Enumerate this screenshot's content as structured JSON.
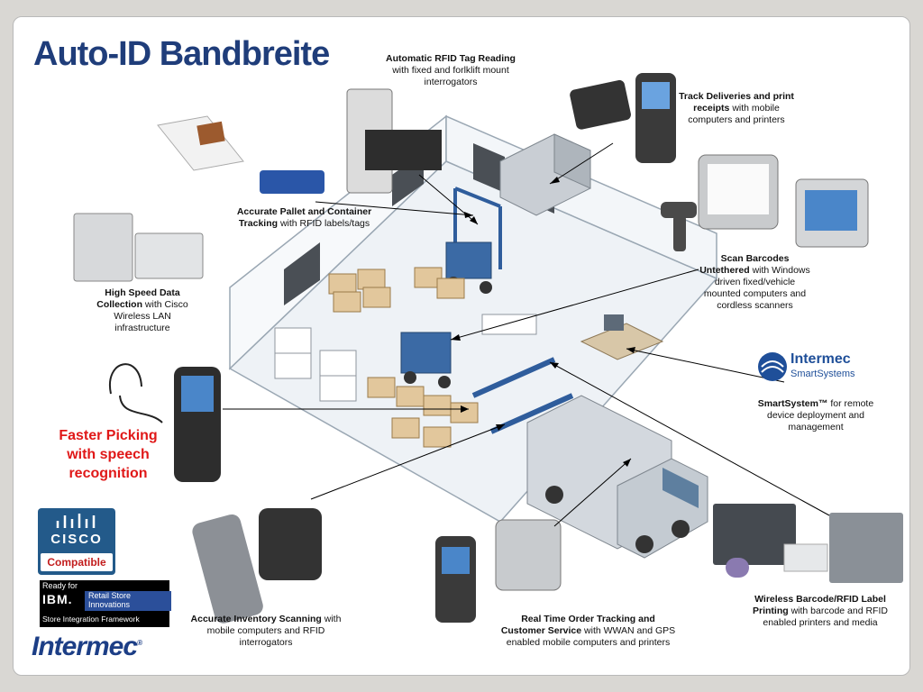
{
  "title": "Auto-ID Bandbreite",
  "captions": {
    "rfid_tag_reading": {
      "bold": "Automatic RFID Tag Reading",
      "rest": " with fixed and forlklift mount interrogators"
    },
    "track_deliveries": {
      "bold": "Track Deliveries and print receipts",
      "rest": " with mobile computers and printers"
    },
    "pallet_tracking": {
      "bold": "Accurate Pallet and Container Tracking",
      "rest": " with RFID labels/tags"
    },
    "scan_barcodes": {
      "bold": "Scan Barcodes Untethered",
      "rest": " with Windows driven fixed/vehicle mounted computers and cordless scanners"
    },
    "data_collection": {
      "bold": "High Speed Data Collection",
      "rest": " with Cisco Wireless LAN infrastructure"
    },
    "smartsystem": {
      "bold": "SmartSystem™",
      "rest": " for remote device deployment and management"
    },
    "faster_picking": "Faster Picking with speech recognition",
    "inventory_scanning": {
      "bold": "Accurate Inventory Scanning",
      "rest": " with mobile computers and RFID interrogators"
    },
    "order_tracking": {
      "bold": "Real Time Order Tracking and Customer Service",
      "rest": " with WWAN and GPS enabled mobile computers and printers"
    },
    "label_printing": {
      "bold": "Wireless Barcode/RFID Label Printing",
      "rest": " with barcode and RFID enabled printers and media"
    }
  },
  "logos": {
    "cisco_name": "CISCO",
    "cisco_compatible": "Compatible",
    "ibm_ready": "Ready for",
    "ibm_name": "IBM.",
    "ibm_retail": "Retail Store Innovations",
    "ibm_framework": "Store Integration Framework",
    "smartsystems_t1": "Intermec",
    "smartsystems_t2": "SmartSystems",
    "intermec": "Intermec"
  },
  "colors": {
    "title": "#1f3d7a",
    "accent_red": "#e01818",
    "brand_blue": "#1c3e86"
  }
}
